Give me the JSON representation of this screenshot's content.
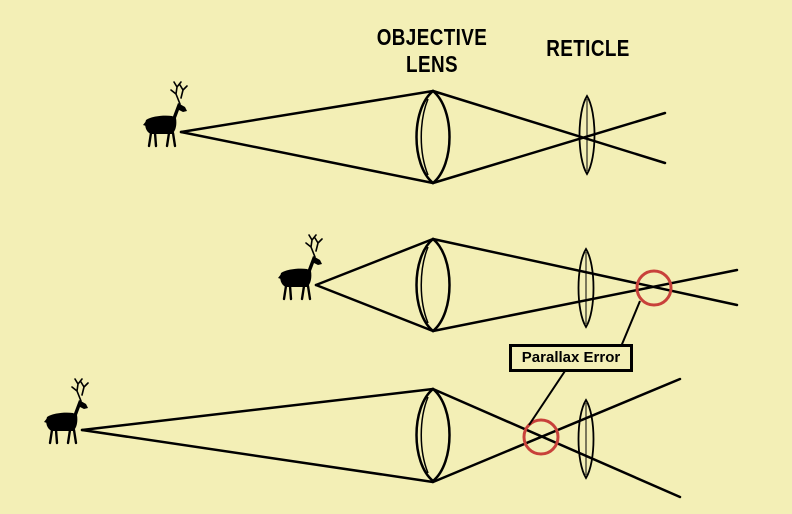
{
  "labels": {
    "objective_line1": "OBJECTIVE",
    "objective_line2": "LENS",
    "reticle": "RETICLE",
    "parallax_error": "Parallax Error"
  },
  "colors": {
    "background": "#f3efb6",
    "ray": "#000000",
    "error_circle": "#c8413a"
  },
  "icons": {
    "target": "deer-icon",
    "lens": "lens-icon",
    "reticle": "reticle-icon"
  }
}
